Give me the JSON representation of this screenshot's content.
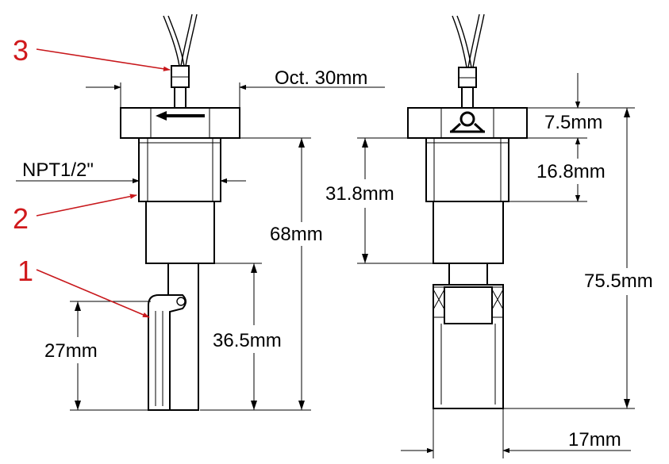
{
  "callouts": [
    "3",
    "2",
    "1"
  ],
  "dimensions": {
    "hex_width": "Oct. 30mm",
    "thread": "NPT1/2\"",
    "hex_height": "7.5mm",
    "thread_height": "16.8mm",
    "body_height_right": "31.8mm",
    "total_height_left": "68mm",
    "stem_length": "36.5mm",
    "float_length": "27mm",
    "total_height_right": "75.5mm",
    "float_diameter": "17mm"
  },
  "colors": {
    "line": "#000000",
    "callout": "#d0191c",
    "background": "#ffffff"
  }
}
